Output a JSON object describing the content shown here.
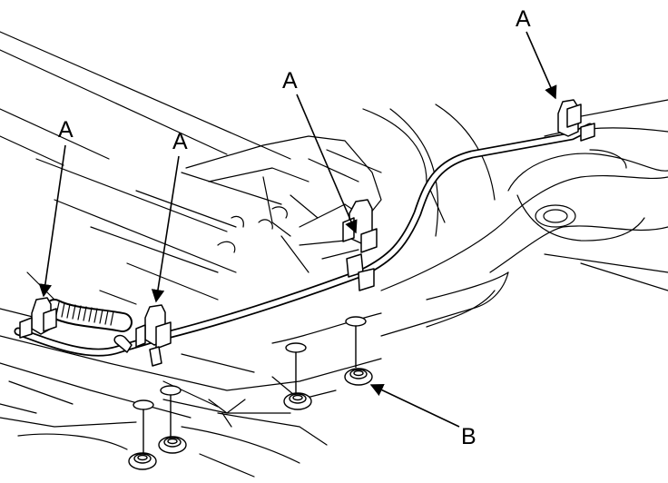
{
  "diagram": {
    "callouts": {
      "a1": "A",
      "a2": "A",
      "a3": "A",
      "a4": "A",
      "b": "B"
    },
    "colors": {
      "line": "#000000",
      "background": "#ffffff"
    }
  }
}
